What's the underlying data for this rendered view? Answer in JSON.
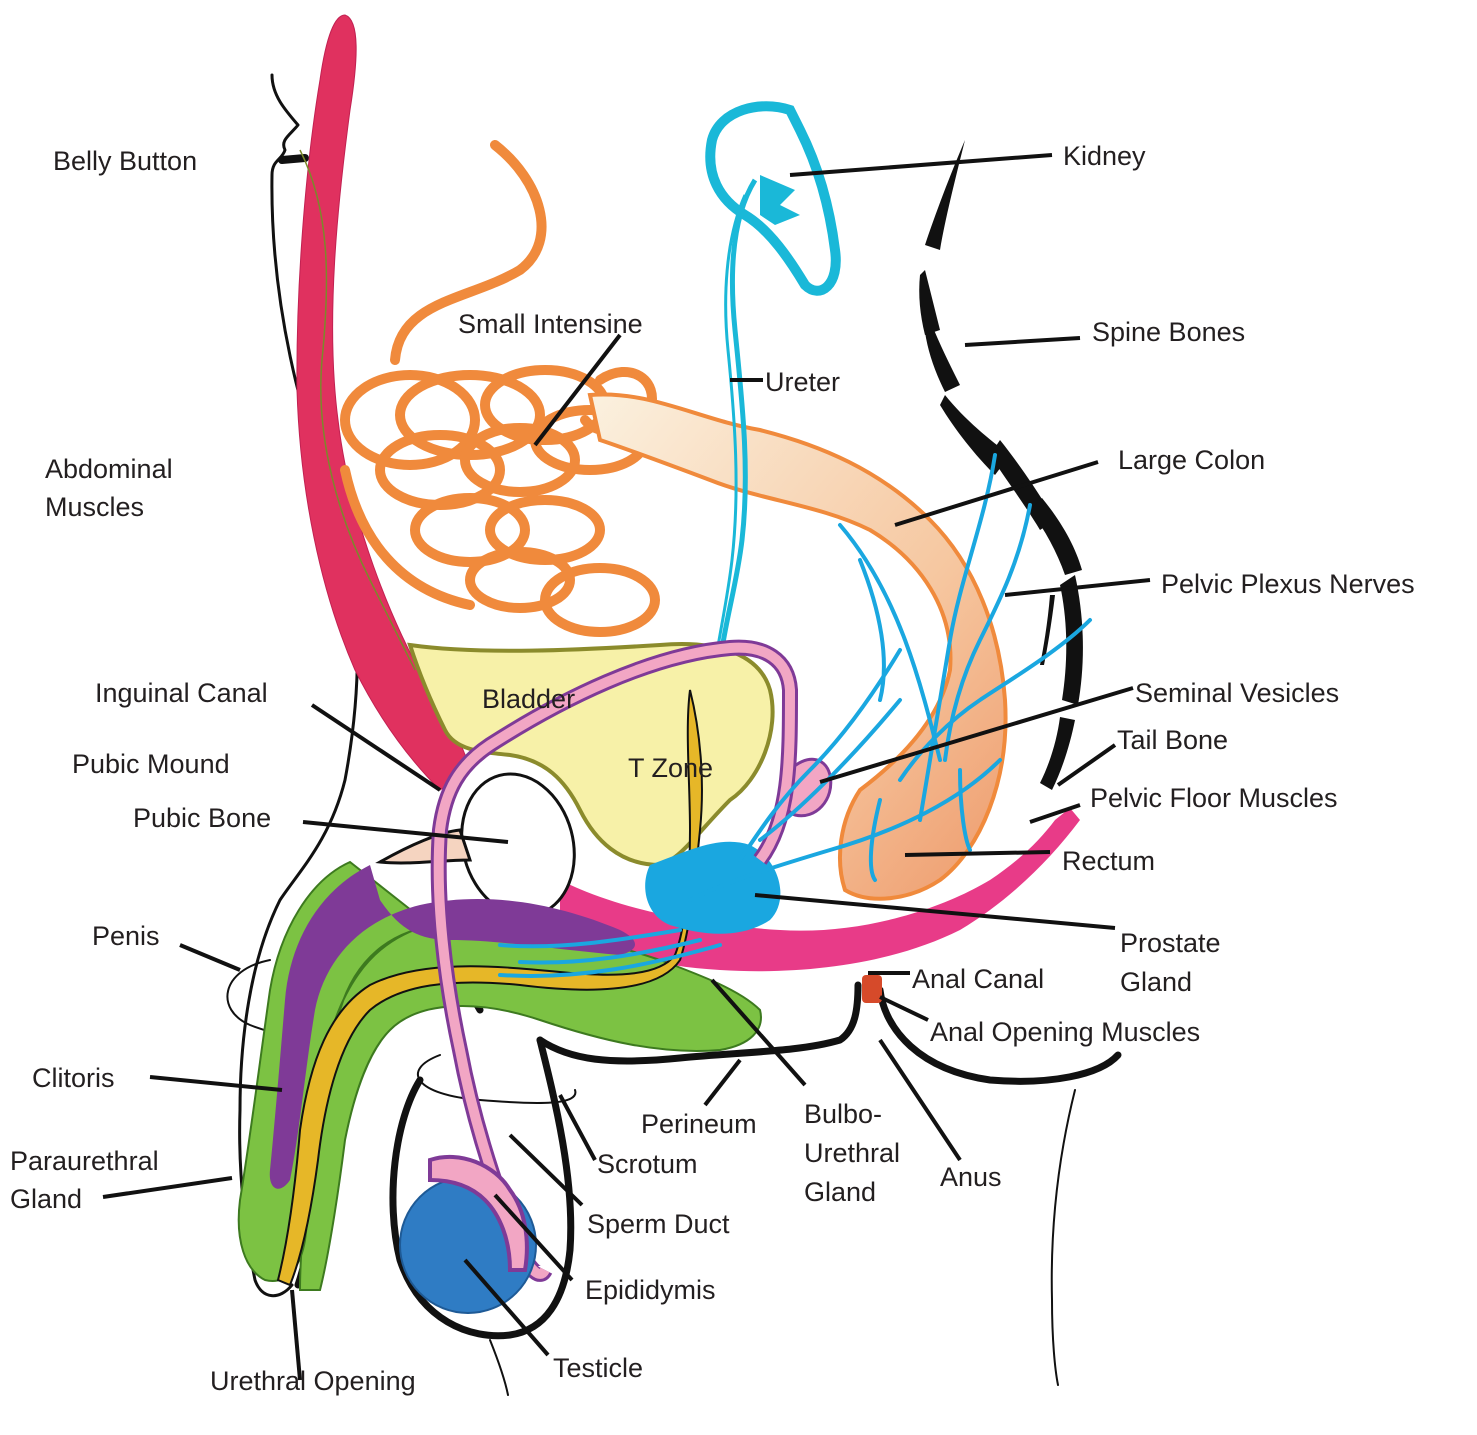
{
  "colors": {
    "skin_outline": "#111111",
    "abdominal_muscle": "#e0315f",
    "intestine": "#f08a3c",
    "colon_fill": "#f6c7a0",
    "bladder": "#f7f1a8",
    "bladder_outline": "#8b8b2c",
    "ureter_kidney": "#1ab8d8",
    "nerves": "#1aa7e0",
    "pelvic_floor": "#e83b88",
    "vas_deferens": "#f2a6c4",
    "purple_tissue": "#7f3a97",
    "green_tissue": "#7cc243",
    "yellow_tissue": "#e6b728",
    "testicle": "#2f7cc4",
    "prostate": "#1aa7e0",
    "spine": "#111111",
    "anal_muscle": "#d64a2a",
    "label_text": "#231f20"
  },
  "labels": {
    "belly_button": "Belly Button",
    "abdominal_muscles_1": "Abdominal",
    "abdominal_muscles_2": "Muscles",
    "inguinal_canal": "Inguinal Canal",
    "pubic_mound": "Pubic Mound",
    "pubic_bone": "Pubic Bone",
    "penis": "Penis",
    "clitoris": "Clitoris",
    "paraurethral_gland_1": "Paraurethral",
    "paraurethral_gland_2": "Gland",
    "urethral_opening": "Urethral Opening",
    "small_intestine": "Small Intensine",
    "bladder": "Bladder",
    "t_zone": "T Zone",
    "ureter": "Ureter",
    "kidney": "Kidney",
    "spine_bones": "Spine Bones",
    "large_colon": "Large Colon",
    "pelvic_plexus_nerves": "Pelvic Plexus Nerves",
    "seminal_vesicles": "Seminal Vesicles",
    "tail_bone": "Tail Bone",
    "pelvic_floor_muscles": "Pelvic Floor Muscles",
    "rectum": "Rectum",
    "prostate_gland_1": "Prostate",
    "prostate_gland_2": "Gland",
    "anal_canal": "Anal Canal",
    "anal_opening_muscles": "Anal Opening Muscles",
    "anus": "Anus",
    "perineum": "Perineum",
    "bulbo_urethral_gland_1": "Bulbo-",
    "bulbo_urethral_gland_2": "Urethral",
    "bulbo_urethral_gland_3": "Gland",
    "scrotum": "Scrotum",
    "sperm_duct": "Sperm Duct",
    "epididymis": "Epididymis",
    "testicle": "Testicle"
  }
}
